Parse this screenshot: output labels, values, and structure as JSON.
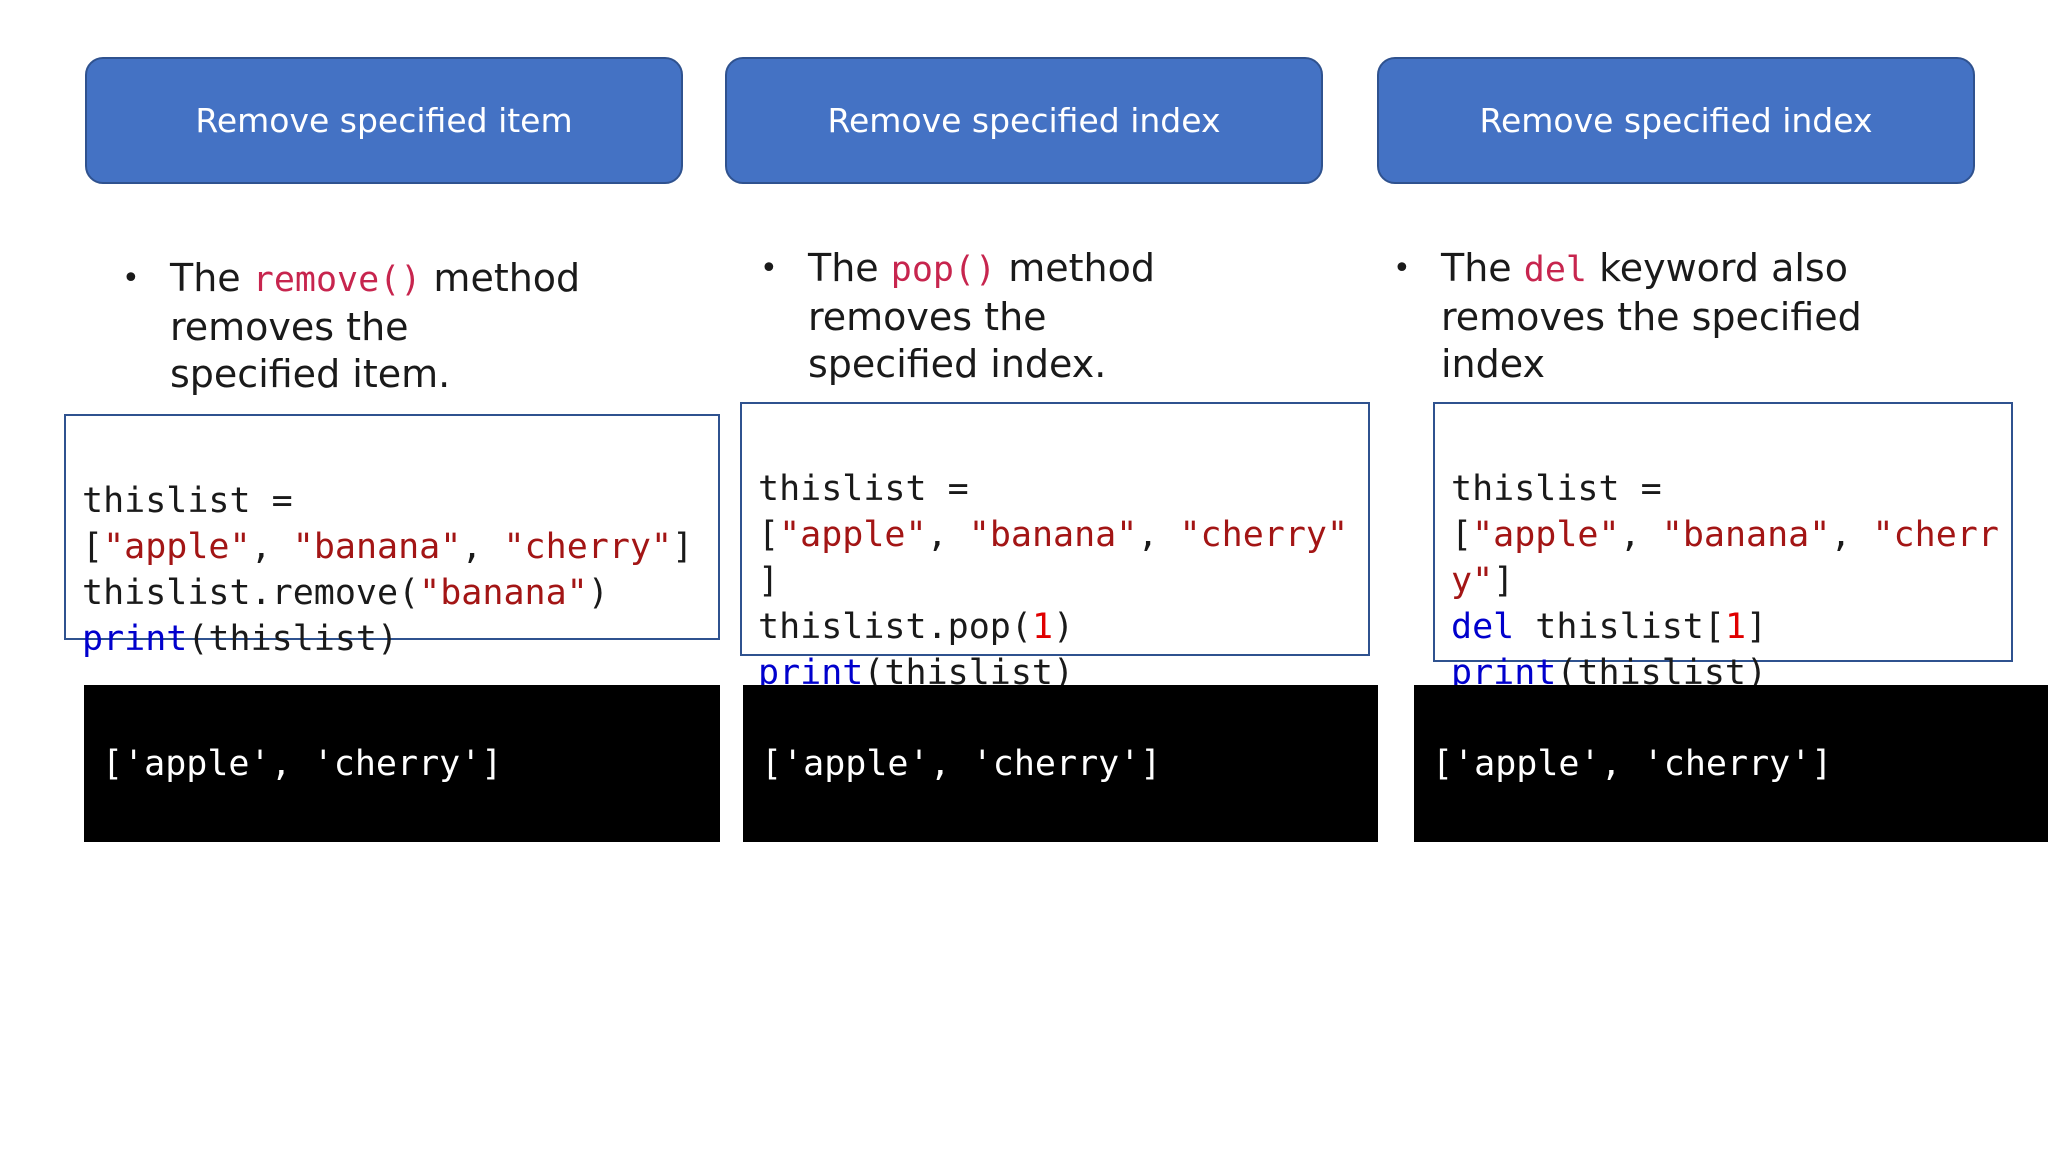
{
  "columns": [
    {
      "header": "Remove specified item",
      "bullet": {
        "prefix": "The ",
        "keyword": "remove()",
        "suffix_line1": " method",
        "rest": "removes the specified item."
      },
      "code": {
        "line1": "thislist =",
        "line2_open": "[",
        "line2_s1": "\"apple\"",
        "line2_sep1": ", ",
        "line2_s2": "\"banana\"",
        "line2_sep2": ", ",
        "line2_s3": "\"cherry\"",
        "line2_close": "]",
        "line3_a": "thislist.remove(",
        "line3_b": "\"banana\"",
        "line3_c": ")",
        "line4_fn": "print",
        "line4_rest": "(thislist)"
      },
      "output": "['apple', 'cherry']"
    },
    {
      "header": "Remove specified index",
      "bullet": {
        "prefix": "The ",
        "keyword": "pop()",
        "suffix_line1": " method",
        "rest": "removes the specified index."
      },
      "code": {
        "line1": "thislist =",
        "line2_open": "[",
        "line2_s1": "\"apple\"",
        "line2_sep1": ", ",
        "line2_s2": "\"banana\"",
        "line2_sep2": ", ",
        "line2_s3": "\"cherry\"",
        "line3": "]",
        "line4_a": "thislist.pop(",
        "line4_num": "1",
        "line4_c": ")",
        "line5_fn": "print",
        "line5_rest": "(thislist)"
      },
      "output": "['apple', 'cherry']"
    },
    {
      "header": "Remove specified index",
      "bullet": {
        "prefix": "The ",
        "keyword": "del",
        "suffix_line1": " keyword also",
        "rest": "removes the specified index"
      },
      "code": {
        "line1": "thislist =",
        "line2_open": "[",
        "line2_s1": "\"apple\"",
        "line2_sep1": ", ",
        "line2_s2": "\"banana\"",
        "line2_sep2": ", ",
        "line2_s3a": "\"cherr",
        "line3_s3b": "y\"",
        "line3_close": "]",
        "line4_kw": "del",
        "line4_a": " thislist[",
        "line4_num": "1",
        "line4_c": "]",
        "line5_fn": "print",
        "line5_rest": "(thislist)"
      },
      "output": "['apple', 'cherry']"
    }
  ],
  "colors": {
    "header_fill": "#4472c4",
    "header_border": "#2f528f",
    "keyword_inline": "#c7254e",
    "string": "#a31515",
    "function": "#0000cd",
    "number": "#e00000",
    "output_bg": "#000000"
  }
}
